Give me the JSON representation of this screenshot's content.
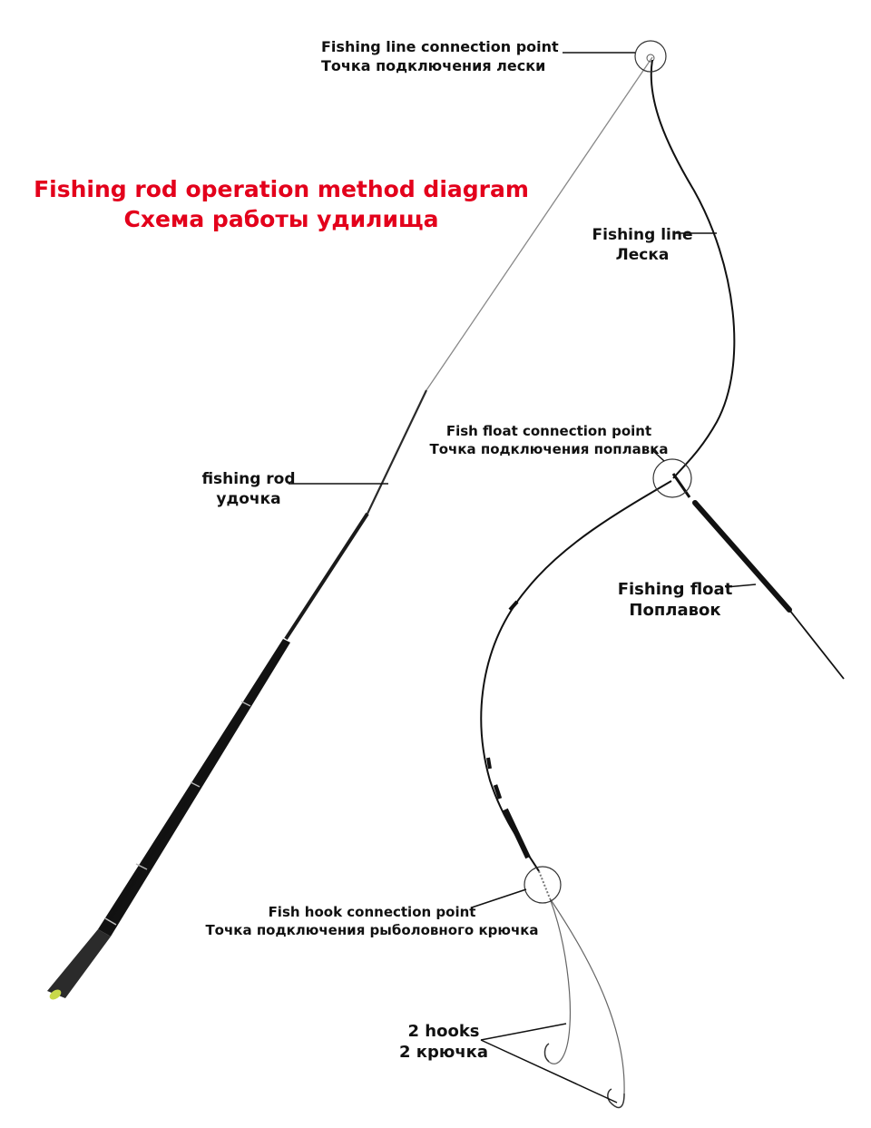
{
  "title": {
    "en": "Fishing rod operation method diagram",
    "ru": "Схема работы удилища"
  },
  "labels": {
    "line_connection": {
      "en": "Fishing line connection point",
      "ru": "Точка подключения лески"
    },
    "fishing_line": {
      "en": "Fishing line",
      "ru": "Леска"
    },
    "float_connection": {
      "en": "Fish float connection point",
      "ru": "Точка подключения поплавка"
    },
    "fishing_rod": {
      "en": "fishing rod",
      "ru": "удочка"
    },
    "fishing_float": {
      "en": "Fishing float",
      "ru": "Поплавок"
    },
    "hook_connection": {
      "en": "Fish hook connection point",
      "ru": "Точка подключения рыболовного крючка"
    },
    "hooks": {
      "en": "2 hooks",
      "ru": "2 крючка"
    }
  },
  "colors": {
    "title": "#e3001b",
    "label": "#111111",
    "rod": "#1a1a1a",
    "rod_tip_accent": "#c8d94a"
  }
}
